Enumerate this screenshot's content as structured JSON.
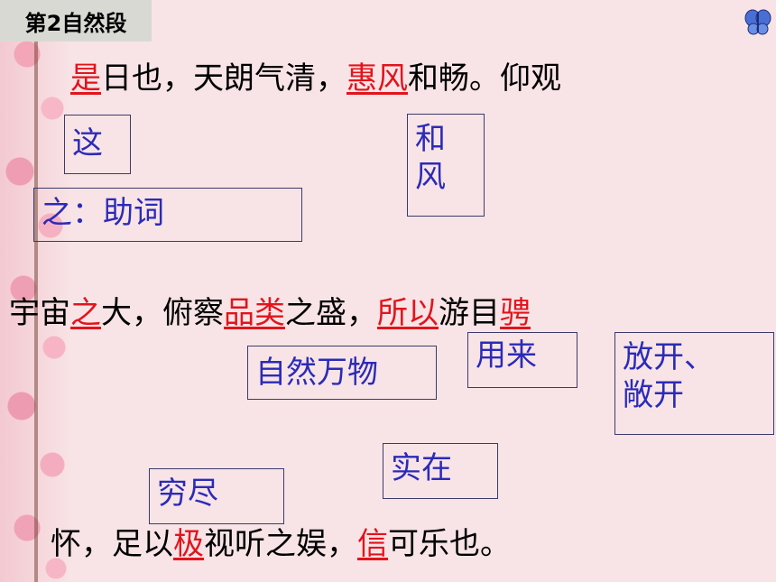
{
  "slide": {
    "title": "第2自然段",
    "butterfly_icon": "butterfly-icon",
    "text_color": "#000000",
    "highlight_color": "#e2141c",
    "note_color": "#2b2bb8"
  },
  "line1": {
    "parts": [
      "是",
      "日也，天朗气清，",
      "惠风",
      "和畅。仰观"
    ]
  },
  "line2": {
    "parts": [
      "宇宙",
      "之",
      "大，俯察",
      "品类",
      "之盛，",
      "所以",
      "游目",
      "骋"
    ]
  },
  "line3": {
    "parts": [
      "怀，足以",
      "极",
      "视听之娱，",
      "信",
      "可乐也。"
    ]
  },
  "notes": {
    "zhe": "这",
    "hefeng_1": "和",
    "hefeng_2": "风",
    "zhi": "之：助词",
    "ziran": "自然万物",
    "yonglai": "用来",
    "fangkai_1": "放开、",
    "fangkai_2": "敞开",
    "shizai": "实在",
    "qiongjin": "穷尽"
  }
}
